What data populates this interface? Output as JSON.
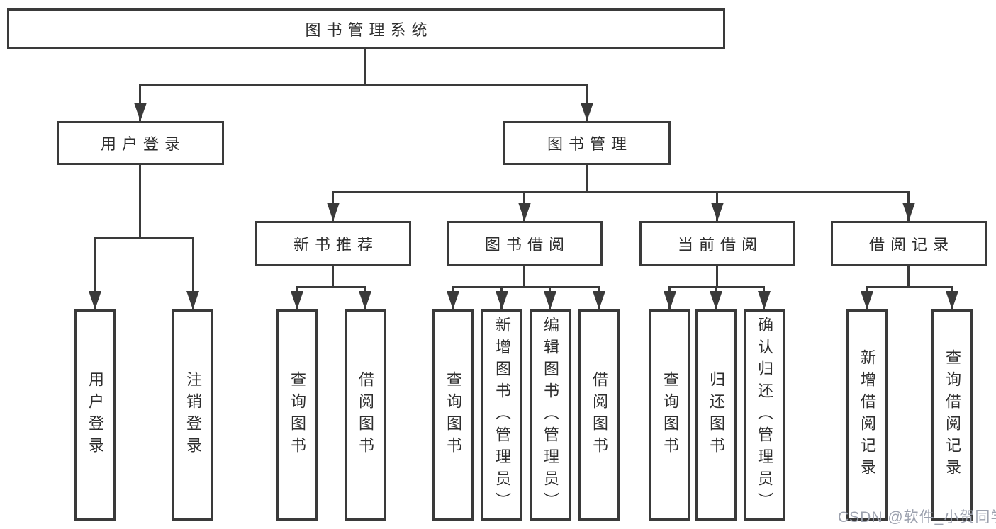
{
  "colors": {
    "line": "#3a3a3a",
    "text": "#2e2e2e",
    "watermark": "#9ca1ae",
    "background": "#ffffff"
  },
  "watermark": {
    "text": "CSDN @软件_小贺同学"
  },
  "diagram": {
    "root": {
      "label": "图书管理系统"
    },
    "level2": [
      {
        "label": "用户登录"
      },
      {
        "label": "图书管理"
      }
    ],
    "level3": [
      {
        "label": "新书推荐"
      },
      {
        "label": "图书借阅"
      },
      {
        "label": "当前借阅"
      },
      {
        "label": "借阅记录"
      }
    ],
    "leaves": {
      "user_login": [
        "用户登录",
        "注销登录"
      ],
      "new_book_recommend": [
        "查询图书",
        "借阅图书"
      ],
      "book_borrow": [
        "查询图书",
        "新增图书（管理员）",
        "编辑图书（管理员）",
        "借阅图书"
      ],
      "current_borrow": [
        "查询图书",
        "归还图书",
        "确认归还（管理员）"
      ],
      "borrow_records": [
        "新增借阅记录",
        "查询借阅记录"
      ]
    }
  }
}
